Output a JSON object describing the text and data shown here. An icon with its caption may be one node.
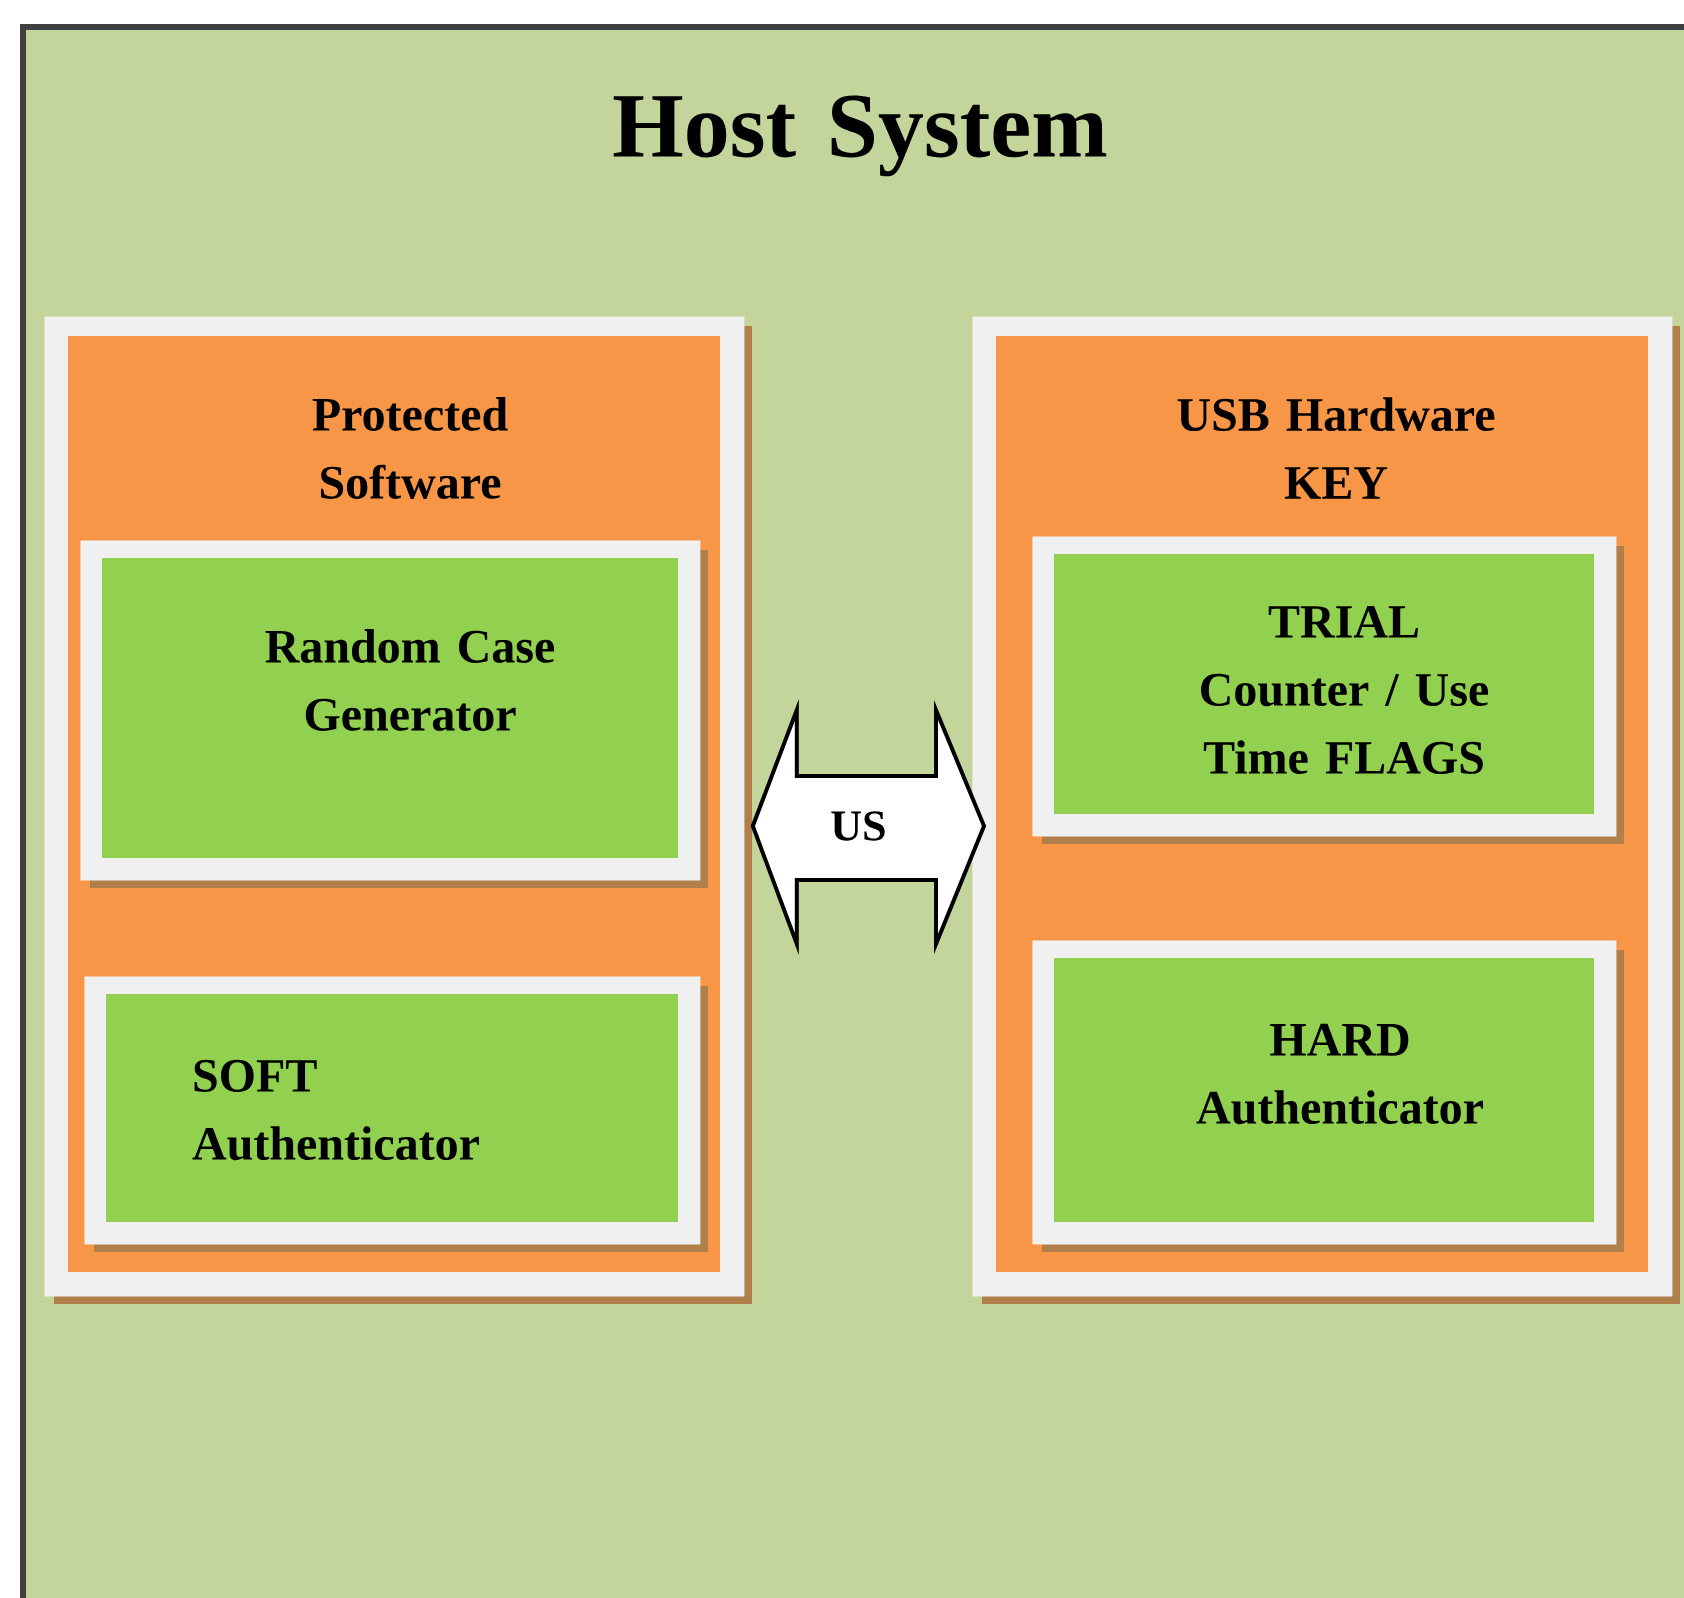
{
  "diagram": {
    "nodes": [
      {
        "text": [
          "Host System"
        ]
      },
      {
        "text": [
          "Protected Software"
        ],
        "in": 0
      },
      {
        "text": [
          "Random Case Generator"
        ],
        "in": 1
      },
      {
        "text": [
          "SOFT Authenticator"
        ],
        "in": 1
      },
      {
        "text": [
          "USB Hardware KEY"
        ],
        "in": 0
      },
      {
        "text": [
          "TRIAL Counter / Use Time FLAGS"
        ],
        "in": 4
      },
      {
        "text": [
          "HARD Authenticator"
        ],
        "in": 4
      }
    ],
    "edges": [
      {
        "from": 1,
        "to": 4,
        "arrow": "both",
        "label": "US"
      }
    ]
  }
}
